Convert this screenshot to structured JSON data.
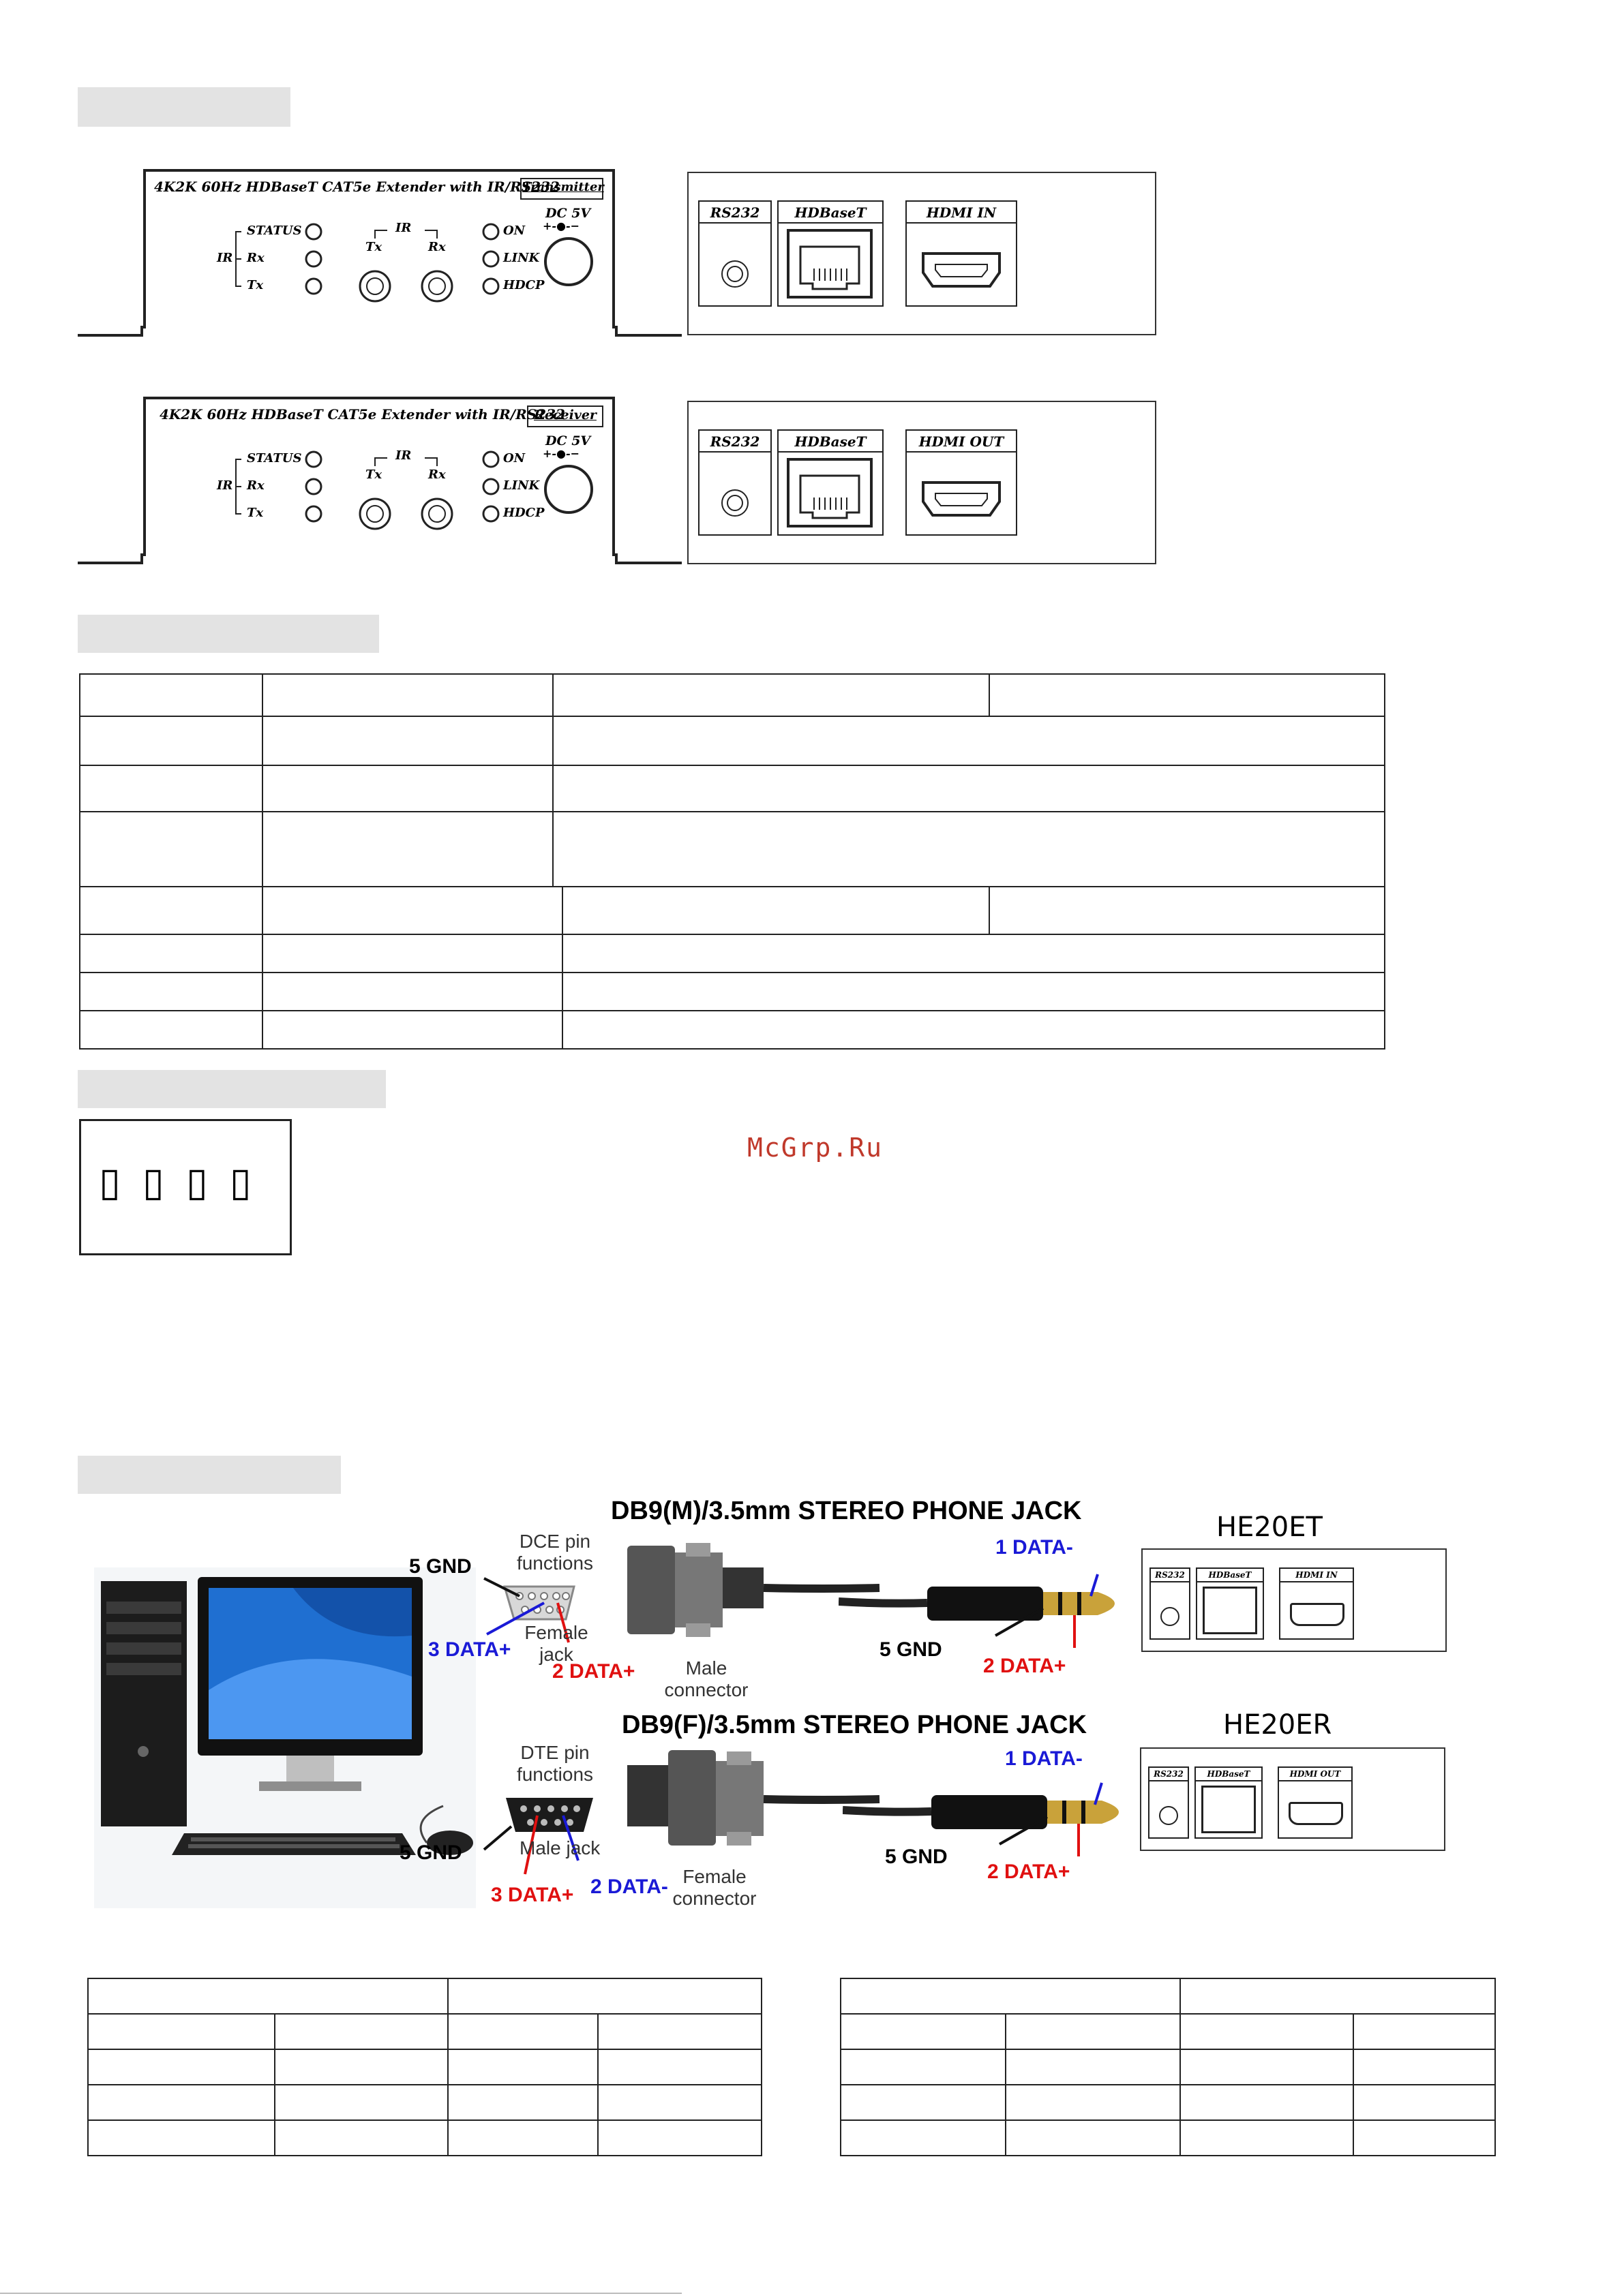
{
  "device_panels": {
    "transmitter": {
      "title": "4K2K 60Hz HDBaseT CAT5e Extender with IR/RS232",
      "badge": "Transmitter",
      "led_status": "STATUS",
      "led_rx": "Rx",
      "led_tx": "Tx",
      "ir_group": "IR",
      "ir_top": "IR",
      "ir_tx": "Tx",
      "ir_rx": "Rx",
      "on": "ON",
      "link": "LINK",
      "hdcp": "HDCP",
      "dc": "DC 5V",
      "polarity": "+-●-−",
      "ports": [
        "RS232",
        "HDBaseT",
        "HDMI  IN"
      ]
    },
    "receiver": {
      "title": "4K2K 60Hz HDBaseT CAT5e Extender with IR/RS232",
      "badge": "Receiver",
      "led_status": "STATUS",
      "led_rx": "Rx",
      "led_tx": "Tx",
      "ir_group": "IR",
      "ir_top": "IR",
      "ir_tx": "Tx",
      "ir_rx": "Rx",
      "on": "ON",
      "link": "LINK",
      "hdcp": "HDCP",
      "dc": "DC 5V",
      "polarity": "+-●-−",
      "ports": [
        "RS232",
        "HDBaseT",
        "HDMI   OUT"
      ]
    }
  },
  "dip_switch": {
    "glyphs": [
      "▯",
      "▯",
      "▯",
      "▯"
    ]
  },
  "watermark": "McGrp.Ru",
  "rs232_diagram": {
    "title_male": "DB9(M)/3.5mm STEREO PHONE JACK",
    "title_female": "DB9(F)/3.5mm STEREO PHONE JACK",
    "dce": "DCE pin\nfunctions",
    "dte": "DTE pin\nfunctions",
    "female_jack": "Female\njack",
    "male_jack": "Male jack",
    "male_connector": "Male\nconnector",
    "female_connector": "Female\nconnector",
    "gnd5": "5 GND",
    "data3_plus": "3 DATA+",
    "data2_plus": "2 DATA+",
    "data2_minus": "2 DATA-",
    "data1_minus": "1 DATA-",
    "he20et": "HE20ET",
    "he20er": "HE20ER",
    "mini_ports_et": [
      "RS232",
      "HDBaseT",
      "HDMI IN"
    ],
    "mini_ports_er": [
      "RS232",
      "HDBaseT",
      "HDMI  OUT"
    ]
  },
  "colors": {
    "grey_bar": "#e3e3e3",
    "blue_label": "#1a1ad6",
    "red_label": "#e01010"
  }
}
